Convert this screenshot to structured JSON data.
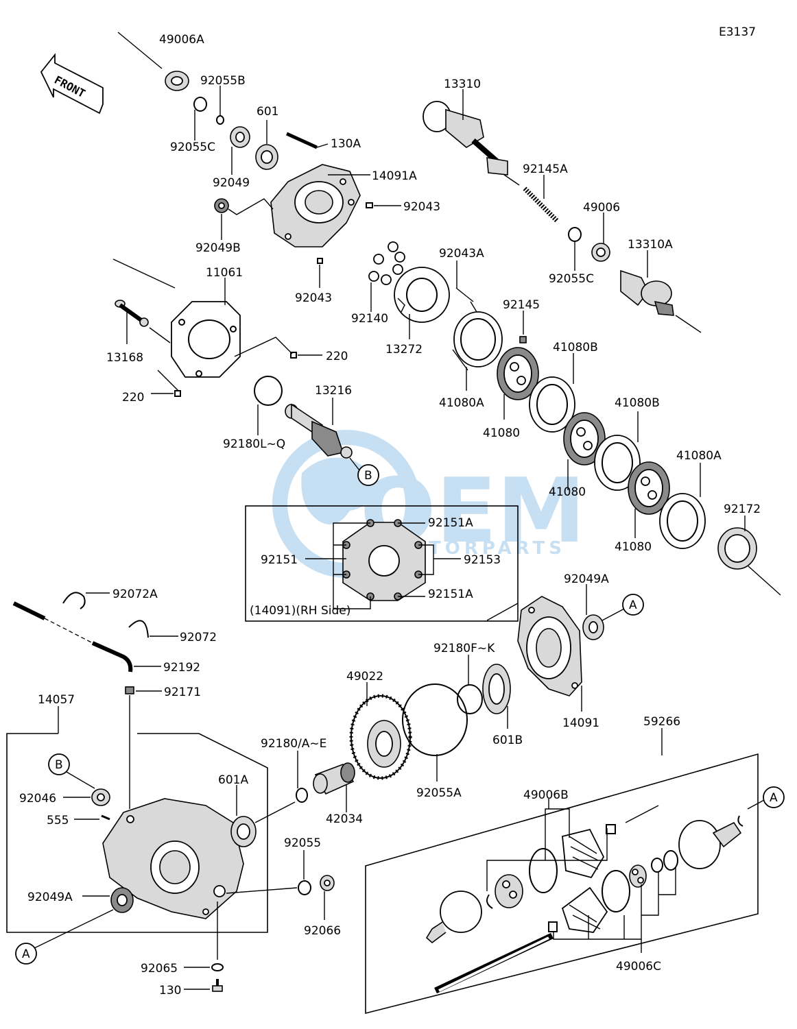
{
  "diagram_code": "E3137",
  "front_label": "FRONT",
  "watermark": {
    "brand": "OEM",
    "sub": "MOTORPARTS",
    "color": "#3a8fd1"
  },
  "inset_caption": "(14091)(RH Side)",
  "markers": {
    "A": "A",
    "B": "B"
  },
  "labels": {
    "p49006A": "49006A",
    "p92055B": "92055B",
    "p601": "601",
    "p92055C_top": "92055C",
    "p130A": "130A",
    "p92049": "92049",
    "p14091A": "14091A",
    "p92043_a": "92043",
    "p92049B": "92049B",
    "p92043_b": "92043",
    "p11061": "11061",
    "p13168": "13168",
    "p220_a": "220",
    "p220_b": "220",
    "p13216": "13216",
    "p92180LQ": "92180L~Q",
    "p13310": "13310",
    "p92145A": "92145A",
    "p49006": "49006",
    "p13310A": "13310A",
    "p92055C_right": "92055C",
    "p92043A": "92043A",
    "p92140": "92140",
    "p13272": "13272",
    "p92145": "92145",
    "p41080B_1": "41080B",
    "p41080A_1": "41080A",
    "p41080_1": "41080",
    "p41080B_2": "41080B",
    "p41080_2": "41080",
    "p41080A_2": "41080A",
    "p41080_3": "41080",
    "p92172": "92172",
    "p92151A_top": "92151A",
    "p92151": "92151",
    "p92153": "92153",
    "p92151A_bot": "92151A",
    "p92072A": "92072A",
    "p92072": "92072",
    "p92192": "92192",
    "p92171": "92171",
    "p14057": "14057",
    "p92049A_top": "92049A",
    "p92180FK": "92180F~K",
    "p49022": "49022",
    "p601B": "601B",
    "p14091": "14091",
    "p92180AE": "92180/A~E",
    "p601A": "601A",
    "p42034": "42034",
    "p92055A": "92055A",
    "p59266": "59266",
    "p92046": "92046",
    "p555": "555",
    "p92049A_bot": "92049A",
    "p92055": "92055",
    "p92066": "92066",
    "p49006B": "49006B",
    "p49006C": "49006C",
    "p92065": "92065",
    "p130": "130"
  }
}
